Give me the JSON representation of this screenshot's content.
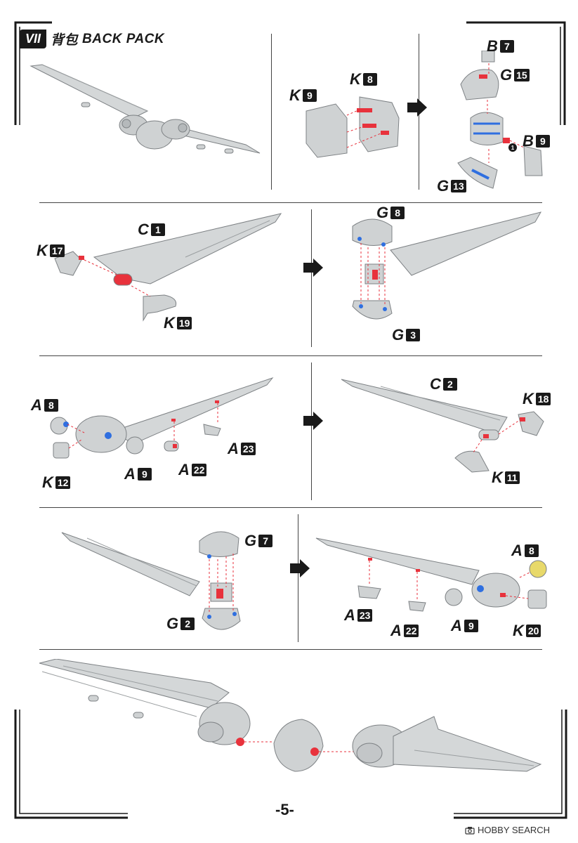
{
  "section": {
    "number": "VII",
    "title_cn": "背包",
    "title_en": "BACK PACK"
  },
  "page_number": "-5-",
  "watermark": {
    "brand": "HOBBY SEARCH"
  },
  "labels": {
    "s1_k9": {
      "letter": "K",
      "num": "9"
    },
    "s1_k8": {
      "letter": "K",
      "num": "8"
    },
    "s1_b7": {
      "letter": "B",
      "num": "7"
    },
    "s1_g15": {
      "letter": "G",
      "num": "15"
    },
    "s1_b9": {
      "letter": "B",
      "num": "9"
    },
    "s1_g13": {
      "letter": "G",
      "num": "13"
    },
    "s2_c1": {
      "letter": "C",
      "num": "1"
    },
    "s2_k17": {
      "letter": "K",
      "num": "17"
    },
    "s2_k19": {
      "letter": "K",
      "num": "19"
    },
    "s2_g8": {
      "letter": "G",
      "num": "8"
    },
    "s2_g3": {
      "letter": "G",
      "num": "3"
    },
    "s3_a8": {
      "letter": "A",
      "num": "8"
    },
    "s3_k12": {
      "letter": "K",
      "num": "12"
    },
    "s3_a9": {
      "letter": "A",
      "num": "9"
    },
    "s3_a22": {
      "letter": "A",
      "num": "22"
    },
    "s3_a23": {
      "letter": "A",
      "num": "23"
    },
    "s3_c2": {
      "letter": "C",
      "num": "2"
    },
    "s3_k18": {
      "letter": "K",
      "num": "18"
    },
    "s3_k11": {
      "letter": "K",
      "num": "11"
    },
    "s4_g7": {
      "letter": "G",
      "num": "7"
    },
    "s4_g2": {
      "letter": "G",
      "num": "2"
    },
    "s4_a8": {
      "letter": "A",
      "num": "8"
    },
    "s4_a23": {
      "letter": "A",
      "num": "23"
    },
    "s4_a22": {
      "letter": "A",
      "num": "22"
    },
    "s4_a9": {
      "letter": "A",
      "num": "9"
    },
    "s4_k20": {
      "letter": "K",
      "num": "20"
    }
  },
  "step_marker": "1",
  "colors": {
    "part_gray": "#cfd2d3",
    "part_edge": "#7d8184",
    "pin_red": "#e8323c",
    "pin_blue": "#2f6fe0",
    "ink": "#1a1a1a"
  }
}
